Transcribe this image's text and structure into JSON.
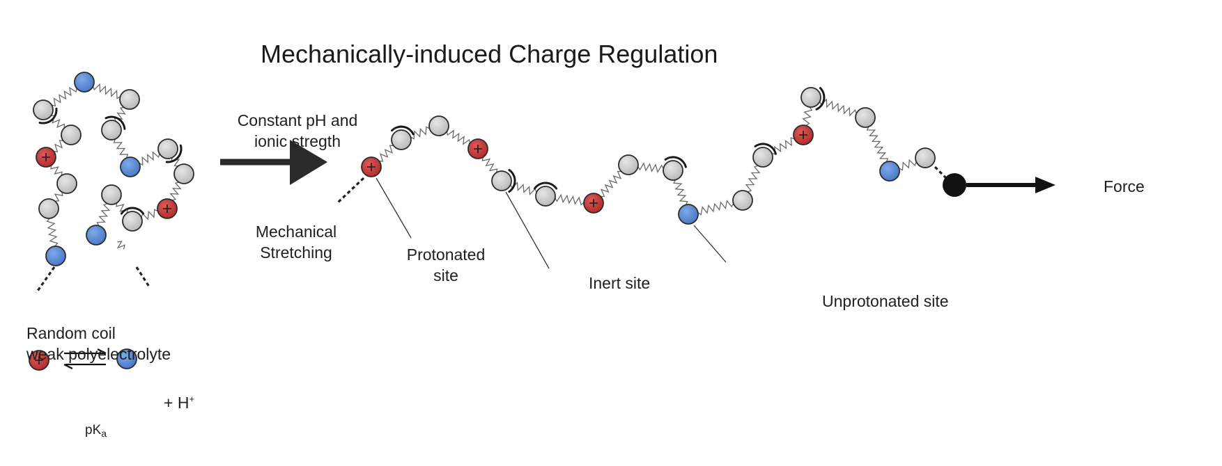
{
  "title": "Mechanically-induced Charge Regulation",
  "conditions": {
    "line1": "Constant pH and",
    "line2": "ionic stregth"
  },
  "process": {
    "line1": "Mechanical",
    "line2": "Stretching"
  },
  "coil_label": {
    "line1": "Random coil",
    "line2": "weak polyelectrolyte"
  },
  "sites": {
    "protonated_line1": "Protonated",
    "protonated_line2": "site",
    "inert": "Inert site",
    "unprotonated": "Unprotonated site"
  },
  "force_label": "Force",
  "equilibrium": {
    "plus_h": "+ H",
    "h_charge": "+",
    "pk": "pK",
    "pk_subscript": "a"
  },
  "colors": {
    "protonated": "#c9393a",
    "unprotonated": "#5b8dd6",
    "inert": "#c4c4c4",
    "arrow": "#2a2a2a",
    "anchor": "#111111"
  }
}
